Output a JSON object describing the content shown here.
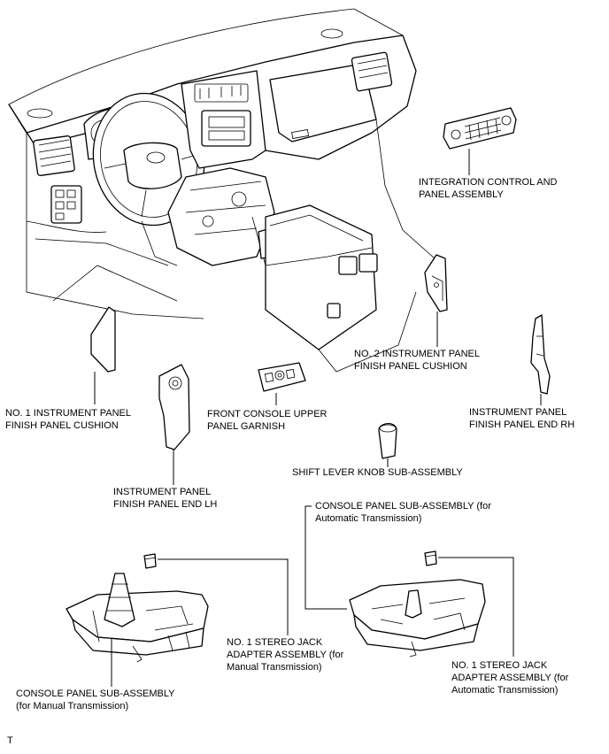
{
  "labels": {
    "integration_control": [
      "INTEGRATION CONTROL AND",
      "PANEL ASSEMBLY"
    ],
    "no2_cushion": [
      "NO. 2 INSTRUMENT PANEL",
      "FINISH PANEL CUSHION"
    ],
    "end_rh": [
      "INSTRUMENT PANEL",
      "FINISH PANEL END RH"
    ],
    "no1_cushion": [
      "NO. 1 INSTRUMENT PANEL",
      "FINISH PANEL CUSHION"
    ],
    "front_console_garnish": [
      "FRONT CONSOLE UPPER",
      "PANEL GARNISH"
    ],
    "shift_knob": [
      "SHIFT LEVER KNOB SUB-ASSEMBLY"
    ],
    "end_lh": [
      "INSTRUMENT PANEL",
      "FINISH PANEL END LH"
    ],
    "console_at": [
      "CONSOLE PANEL SUB-ASSEMBLY (for",
      "Automatic Transmission)"
    ],
    "jack_mt": [
      "NO. 1 STEREO JACK",
      "ADAPTER ASSEMBLY (for",
      "Manual Transmission)"
    ],
    "jack_at": [
      "NO. 1 STEREO JACK",
      "ADAPTER ASSEMBLY (for",
      "Automatic Transmission)"
    ],
    "console_mt": [
      "CONSOLE PANEL SUB-ASSEMBLY",
      "(for Manual Transmission)"
    ]
  },
  "corner_mark": "T"
}
